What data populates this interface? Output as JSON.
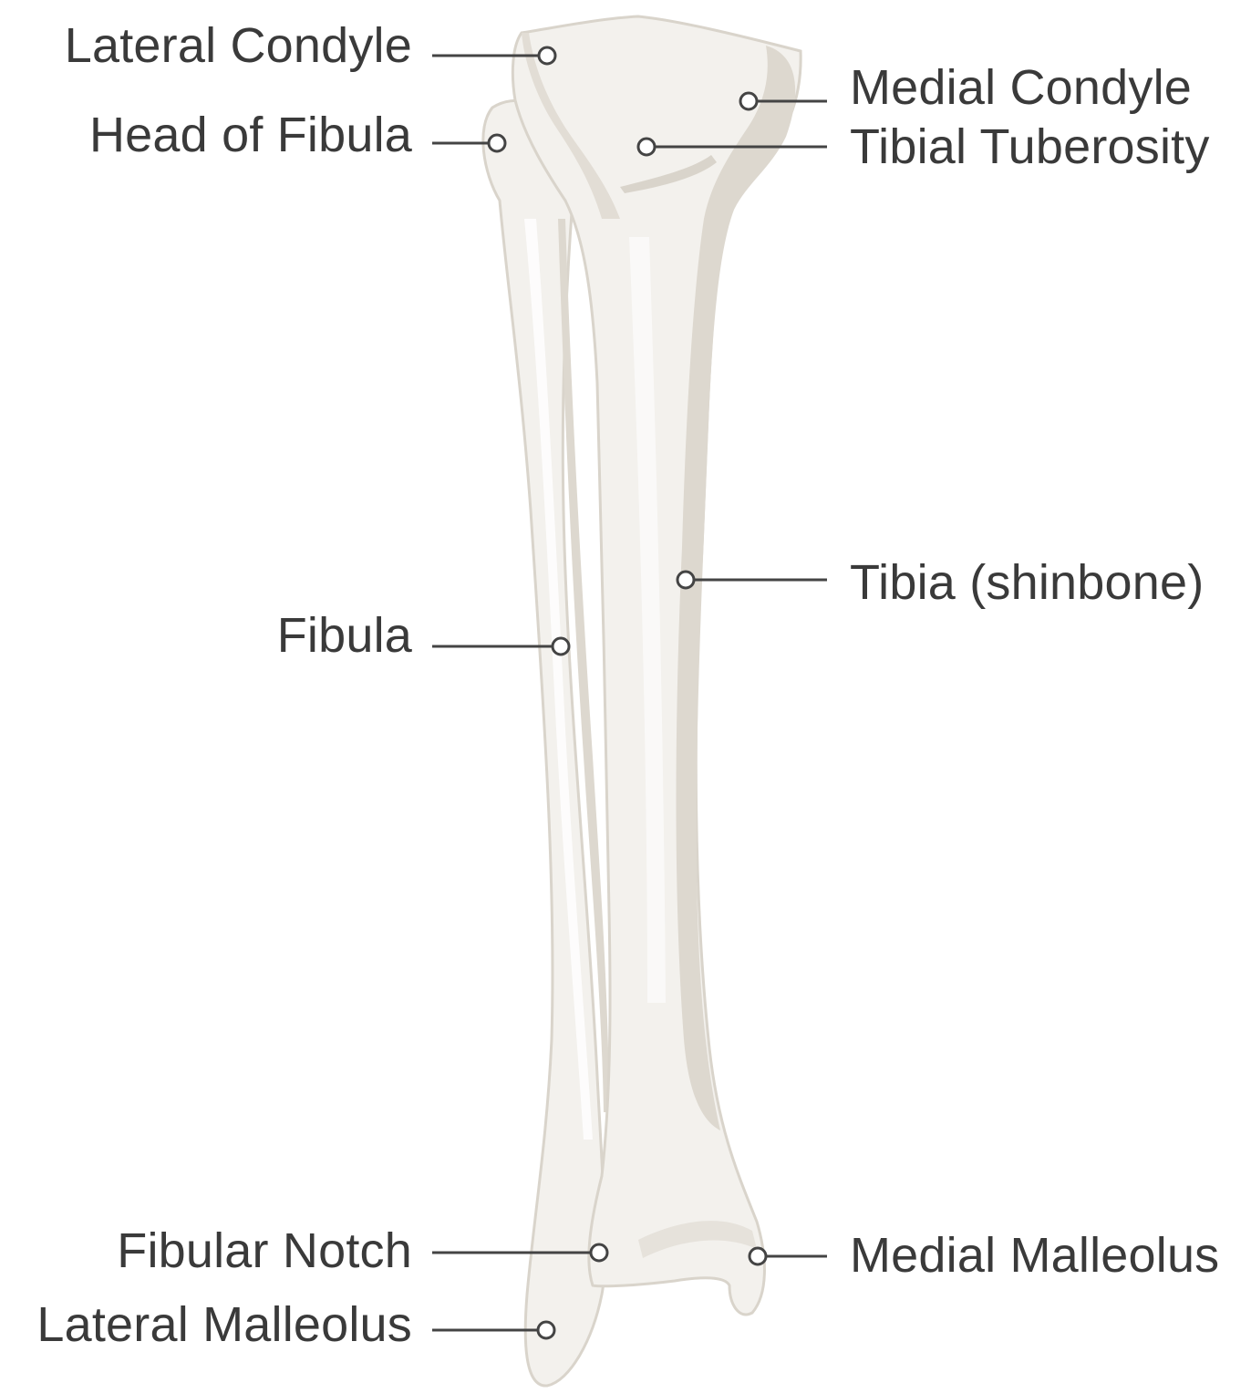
{
  "labels": {
    "lateral_condyle": "Lateral Condyle",
    "head_of_fibula": "Head of Fibula",
    "fibula": "Fibula",
    "fibular_notch": "Fibular Notch",
    "lateral_malleolus": "Lateral Malleolus",
    "medial_condyle": "Medial Condyle",
    "tibial_tuberosity": "Tibial Tuberosity",
    "tibia": "Tibia (shinbone)",
    "medial_malleolus": "Medial Malleolus"
  },
  "colors": {
    "bone_light": "#f4f2ee",
    "bone_mid": "#ebe7e1",
    "bone_shadow": "#d9d4cb",
    "bone_outline": "#cfc9bf",
    "leader_line": "#444444",
    "text": "#3a3a3a"
  }
}
